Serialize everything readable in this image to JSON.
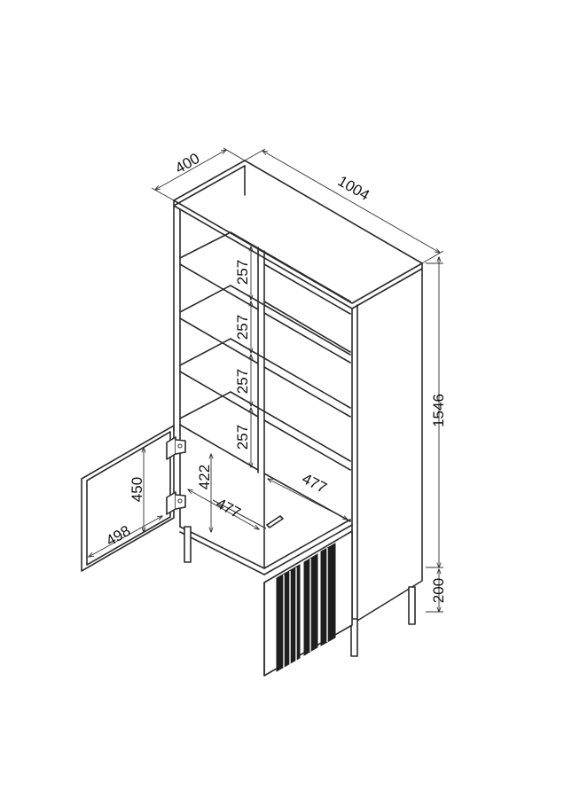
{
  "dimensions": {
    "depth": "400",
    "width": "1004",
    "height": "1546",
    "legs": "200",
    "shelf_1": "257",
    "shelf_2": "257",
    "shelf_3": "257",
    "shelf_4": "257",
    "shelf_inner_depth": "477",
    "door_height": "450",
    "door_width": "498",
    "compartment_height": "422",
    "compartment_depth": "477"
  }
}
